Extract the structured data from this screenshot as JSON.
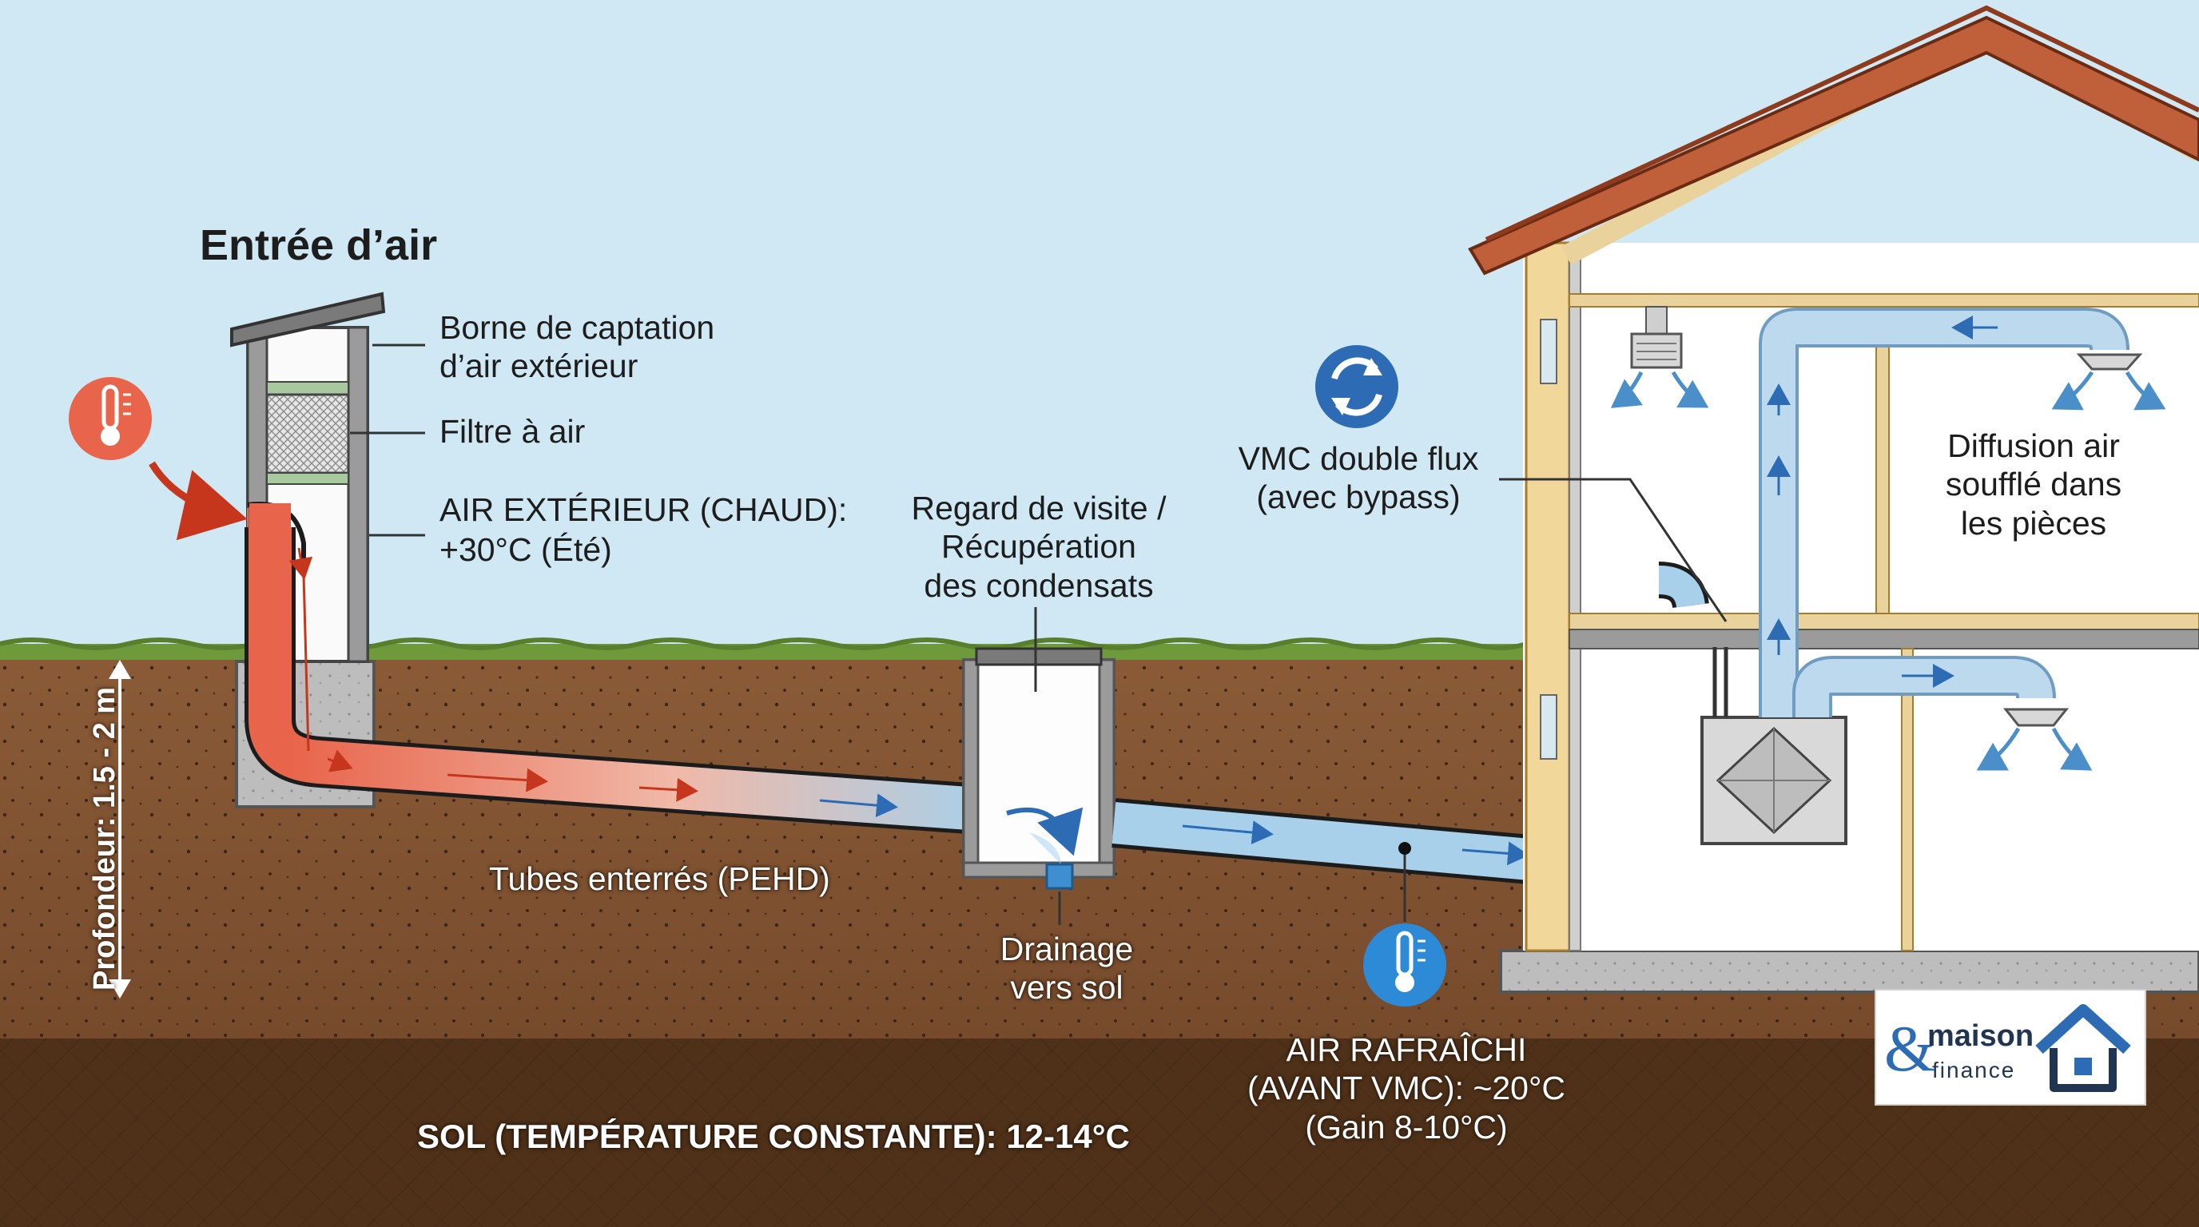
{
  "labels": {
    "entree_air": "Entrée d’air",
    "borne_1": "Borne de captation",
    "borne_2": "d’air extérieur",
    "filtre": "Filtre à air",
    "air_ext_1": "AIR EXTÉRIEUR (CHAUD):",
    "air_ext_2": "+30°C (Été)",
    "regard_1": "Regard de visite /",
    "regard_2": "Récupération",
    "regard_3": "des condensats",
    "vmc_1": "VMC double flux",
    "vmc_2": "(avec bypass)",
    "diffusion_1": "Diffusion air",
    "diffusion_2": "soufflé dans",
    "diffusion_3": "les pièces",
    "tubes": "Tubes enterrés (PEHD)",
    "drainage_1": "Drainage",
    "drainage_2": "vers sol",
    "profondeur": "Profondeur: 1.5 - 2 m",
    "air_rafr_1": "AIR RAFRAÎCHI",
    "air_rafr_2": "(AVANT VMC): ~20°C",
    "air_rafr_3": "(Gain 8-10°C)",
    "sol": "SOL (TEMPÉRATURE CONSTANTE): 12-14°C"
  },
  "logo": {
    "amp": "&",
    "word1": "maison",
    "word2": "finance"
  },
  "icons": {
    "thermometer_hot": "thermometer-icon",
    "thermometer_cool": "thermometer-icon",
    "recycle": "recycle-arrows-icon",
    "house_logo": "house-icon"
  },
  "colors": {
    "sky": "#cfe8f3",
    "grass": "#6f9a3c",
    "soil_top": "#8a5a36",
    "soil_deep": "#5c3a22",
    "warm_air": "#e8644a",
    "cool_air": "#9fcbe8",
    "accent_blue": "#2d6cb5",
    "duct_blue": "#bcd9ee"
  }
}
